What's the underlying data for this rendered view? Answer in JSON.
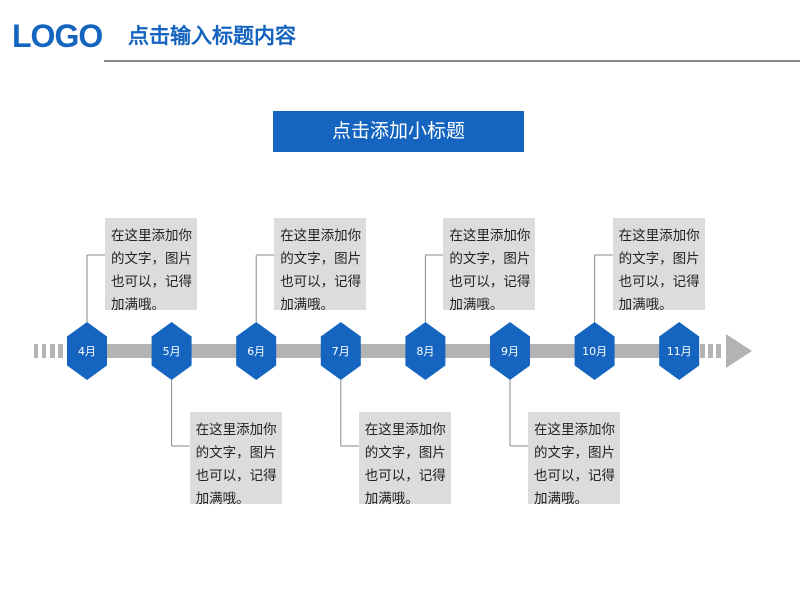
{
  "header": {
    "logo_text": "LOGO",
    "title": "点击输入标题内容"
  },
  "subtitle": "点击添加小标题",
  "colors": {
    "accent": "#1565c0",
    "arrow": "#b3b3b3",
    "note_bg": "#dcdcdc",
    "rule": "#8a8a8a"
  },
  "timeline": {
    "months": [
      "4月",
      "5月",
      "6月",
      "7月",
      "8月",
      "9月",
      "10月",
      "11月"
    ],
    "notes": [
      {
        "month": "4月",
        "side": "top",
        "lines": [
          "在这里添加你",
          "的文字，图片",
          "也可以，记得",
          "加满哦。"
        ]
      },
      {
        "month": "5月",
        "side": "bottom",
        "lines": [
          "在这里添加你",
          "的文字，图片",
          "也可以，记得",
          "加满哦。"
        ]
      },
      {
        "month": "6月",
        "side": "top",
        "lines": [
          "在这里添加你",
          "的文字，图片",
          "也可以，记得",
          "加满哦。"
        ]
      },
      {
        "month": "7月",
        "side": "bottom",
        "lines": [
          "在这里添加你",
          "的文字，图片",
          "也可以，记得",
          "加满哦。"
        ]
      },
      {
        "month": "8月",
        "side": "top",
        "lines": [
          "在这里添加你",
          "的文字，图片",
          "也可以，记得",
          "加满哦。"
        ]
      },
      {
        "month": "9月",
        "side": "bottom",
        "lines": [
          "在这里添加你",
          "的文字，图片",
          "也可以，记得",
          "加满哦。"
        ]
      },
      {
        "month": "10月",
        "side": "top",
        "lines": [
          "在这里添加你",
          "的文字，图片",
          "也可以，记得",
          "加满哦。"
        ]
      }
    ]
  }
}
